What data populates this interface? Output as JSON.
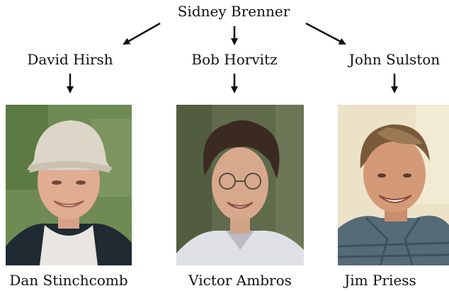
{
  "root": {
    "name": "Sidney Brenner"
  },
  "mentors": [
    {
      "name": "David Hirsh"
    },
    {
      "name": "Bob Horvitz"
    },
    {
      "name": "John Sulston"
    }
  ],
  "trainees": [
    {
      "name": "Dan Stinchcomb"
    },
    {
      "name": "Victor Ambros"
    },
    {
      "name": "Jim Priess"
    }
  ]
}
